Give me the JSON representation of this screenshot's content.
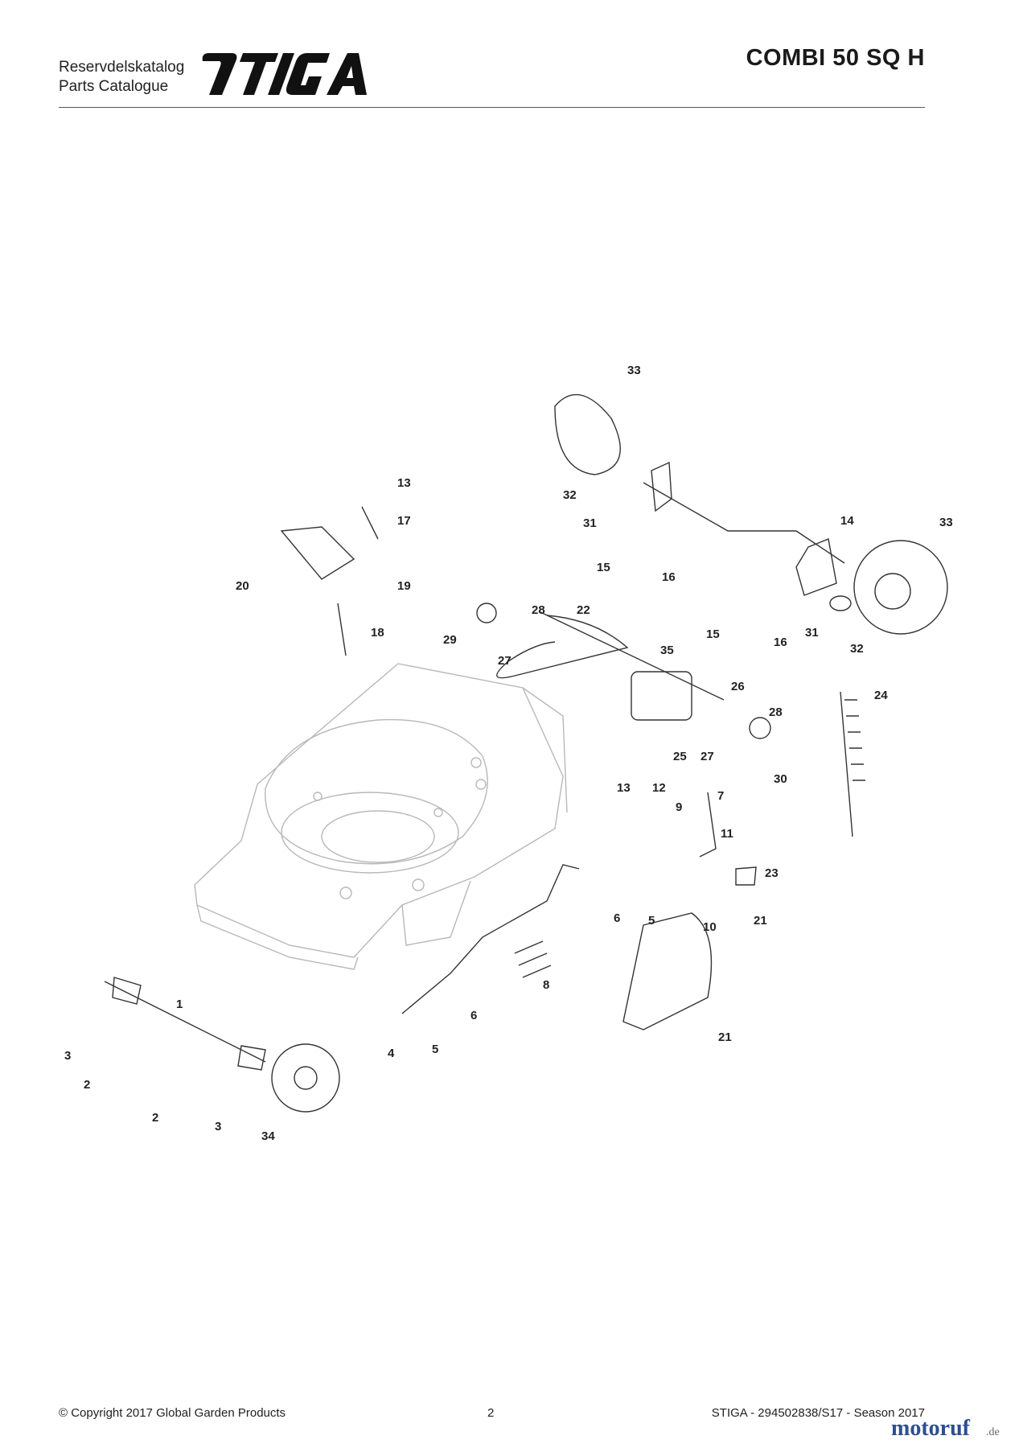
{
  "header": {
    "line1": "Reservdelskatalog",
    "line2": "Parts Catalogue",
    "brand": "STIGA",
    "model": "COMBI 50 SQ H"
  },
  "callouts": [
    "33",
    "13",
    "17",
    "32",
    "31",
    "14",
    "33",
    "20",
    "19",
    "15",
    "16",
    "22",
    "28",
    "29",
    "18",
    "27",
    "15",
    "16",
    "31",
    "32",
    "35",
    "26",
    "24",
    "28",
    "25",
    "27",
    "30",
    "13",
    "12",
    "9",
    "7",
    "11",
    "23",
    "21",
    "6",
    "5",
    "10",
    "8",
    "1",
    "6",
    "3",
    "21",
    "5",
    "4",
    "2",
    "2",
    "3",
    "34"
  ],
  "footer": {
    "copyright": "© Copyright 2017 Global Garden Products",
    "page": "2",
    "doc_ref": "STIGA - 294502838/S17 - Season 2017"
  },
  "watermark": {
    "main": "motoruf",
    "suffix": ".de"
  },
  "colors": {
    "ink": "#222222",
    "deck_line": "#b8b8b8",
    "part_line": "#333333",
    "watermark_main": "#2d4f8e",
    "watermark_suffix": "#666666"
  }
}
